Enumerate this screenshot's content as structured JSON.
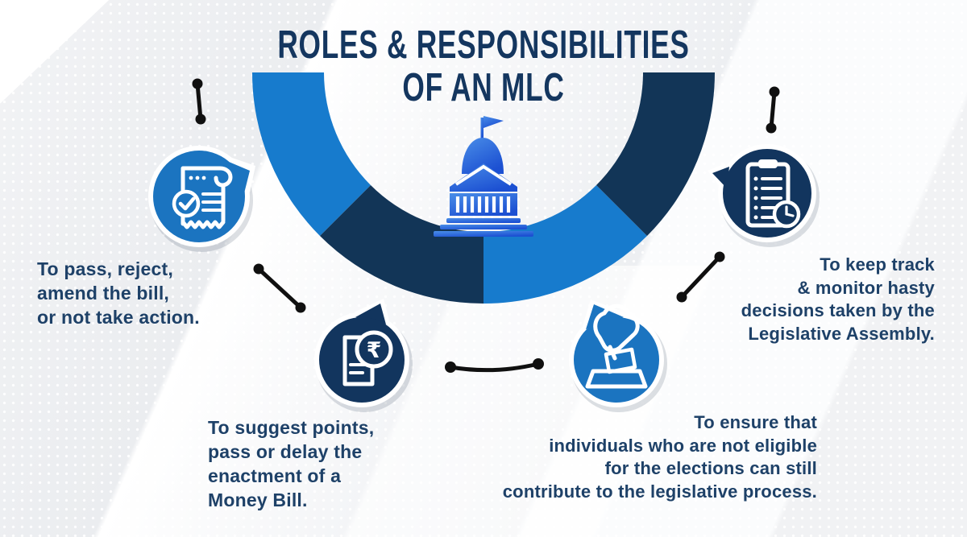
{
  "title": {
    "line1": "ROLES & RESPONSIBILITIES",
    "line2": "OF AN MLC"
  },
  "colors": {
    "arc_blue": "#177bcd",
    "arc_navy": "#123557",
    "badge_blue": "#1b74c0",
    "badge_navy": "#12355e",
    "building_light": "#4a8ee8",
    "building_dark": "#1c50d2",
    "connector": "#101010",
    "text": "#1e4168"
  },
  "center": {
    "icon": "capitol-building-icon"
  },
  "rupee_symbol": "₹",
  "roles": [
    {
      "icon": "bill-check-icon",
      "text": "To pass, reject,\namend the bill,\nor not take action."
    },
    {
      "icon": "money-bill-icon",
      "text": "To suggest points,\npass or delay the\nenactment of a\nMoney Bill."
    },
    {
      "icon": "ballot-box-icon",
      "text": "To ensure that\nindividuals who are not eligible\nfor the elections can still\ncontribute to the legislative process."
    },
    {
      "icon": "clipboard-clock-icon",
      "text": "To keep track\n& monitor hasty\ndecisions taken by the\nLegislative Assembly."
    }
  ]
}
